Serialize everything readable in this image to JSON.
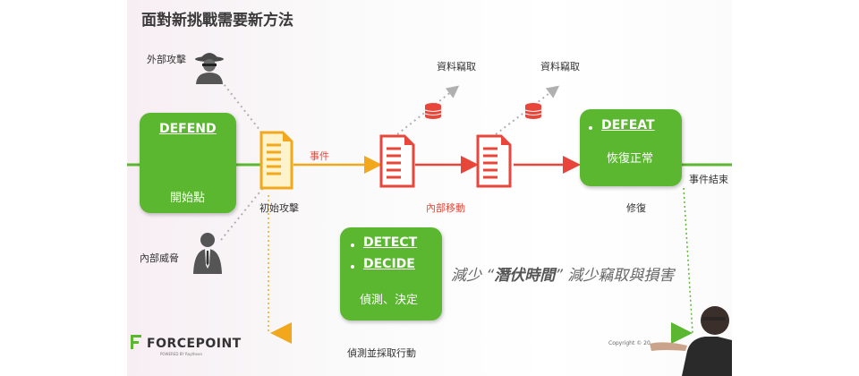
{
  "slide": {
    "title": "面對新挑戰需要新方法",
    "external_attack_label": "外部攻擊",
    "internal_threat_label": "內部威脅",
    "defend": {
      "heading": "DEFEND",
      "subtitle": "開始點"
    },
    "initial_attack_label": "初始攻擊",
    "event_label": "事件",
    "data_theft_label_1": "資料竊取",
    "data_theft_label_2": "資料竊取",
    "lateral_movement_label": "內部移動",
    "defeat": {
      "heading": "DEFEAT",
      "subtitle": "恢復正常"
    },
    "repair_label": "修復",
    "event_end_label": "事件結束",
    "detect_decide": {
      "heading_1": "DETECT",
      "heading_2": "DECIDE",
      "subtitle": "偵測、決定"
    },
    "tagline": {
      "prefix": "減少 “",
      "emphasis": "潛伏時間",
      "suffix": "” 減少竊取與損害"
    },
    "action_label": "偵測並採取行動",
    "logo_text": "FORCEPOINT",
    "logo_subtext": "POWERED BY Raytheon",
    "copyright": "Copyright © 20"
  },
  "colors": {
    "green": "#5ab72f",
    "orange": "#f2a81d",
    "red": "#e8463a",
    "gray_dots": "#b0b0b0"
  },
  "icons": [
    "spy-icon",
    "businessman-icon",
    "database-icon",
    "document-icon"
  ]
}
